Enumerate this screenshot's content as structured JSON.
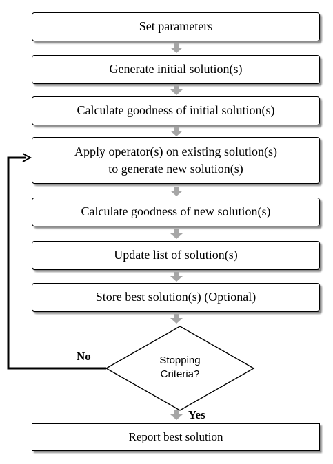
{
  "steps": [
    {
      "lines": [
        "Set parameters"
      ]
    },
    {
      "lines": [
        "Generate initial solution(s)"
      ]
    },
    {
      "lines": [
        "Calculate goodness of initial solution(s)"
      ]
    },
    {
      "lines": [
        "Apply operator(s) on existing solution(s)",
        "to generate new solution(s)"
      ]
    },
    {
      "lines": [
        "Calculate goodness of new solution(s)"
      ]
    },
    {
      "lines": [
        "Update list of solution(s)"
      ]
    },
    {
      "lines": [
        "Store best solution(s) (Optional)"
      ]
    }
  ],
  "decision": {
    "lines": [
      "Stopping",
      "Criteria?"
    ],
    "no_label": "No",
    "yes_label": "Yes"
  },
  "final": {
    "label": "Report best solution"
  },
  "colors": {
    "connector": "#a6a6a6",
    "border": "#000000",
    "shadow": "#8c8c8c"
  }
}
